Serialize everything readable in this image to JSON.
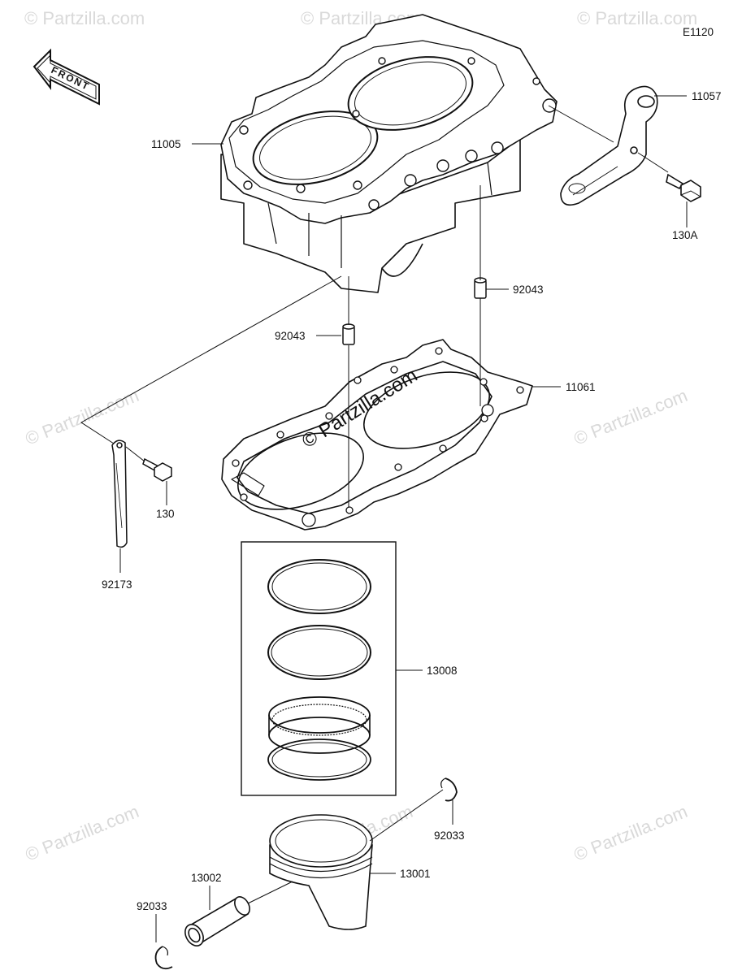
{
  "diagram": {
    "code": "E1120",
    "front_label": "FRONT",
    "watermark_text": "© Partzilla.com",
    "callouts": {
      "c11005": "11005",
      "c11057": "11057",
      "c130A": "130A",
      "c92043a": "92043",
      "c92043b": "92043",
      "c11061": "11061",
      "c130": "130",
      "c92173": "92173",
      "c13008": "13008",
      "c92033a": "92033",
      "c13001": "13001",
      "c13002": "13002",
      "c92033b": "92033"
    }
  }
}
